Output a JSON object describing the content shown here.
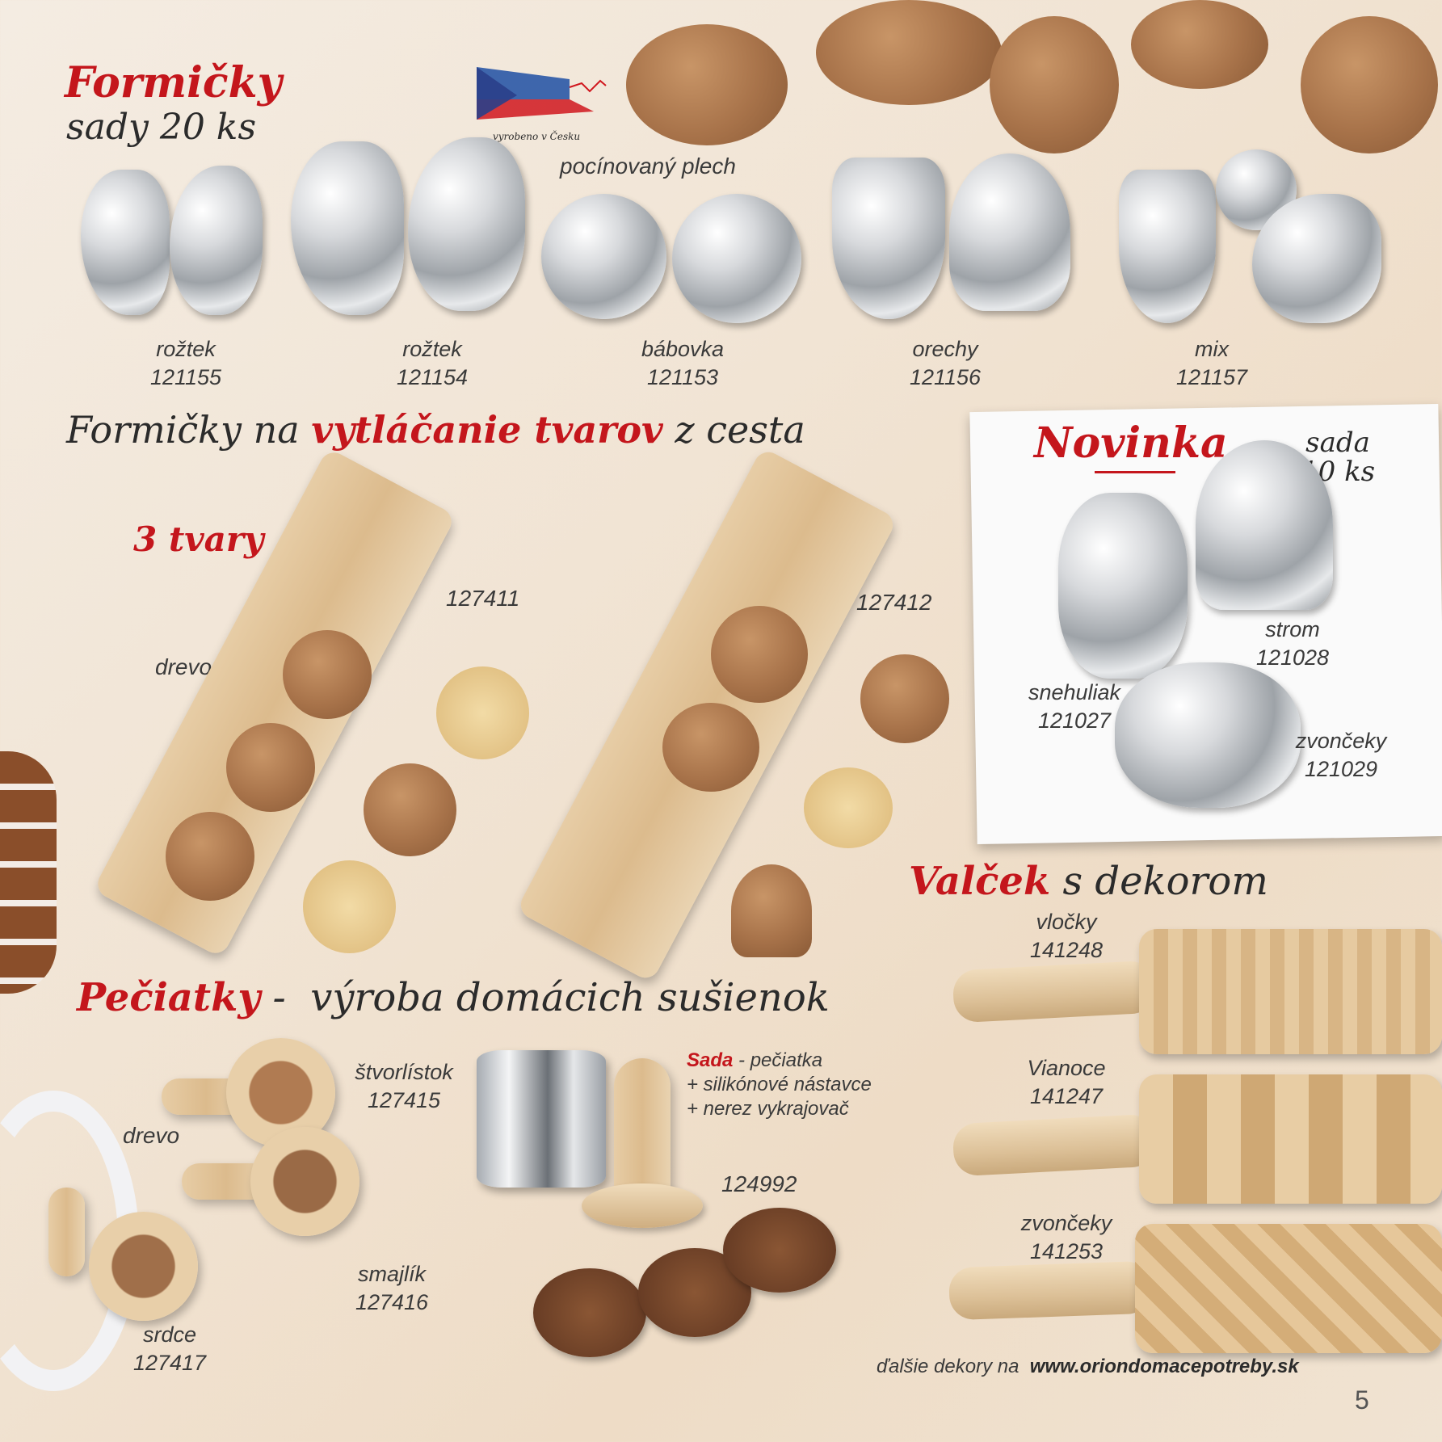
{
  "header": {
    "title": "Formičky",
    "subtitle": "sady 20 ks",
    "made_in": "vyrobeno v Česku",
    "note": "pocínovaný plech"
  },
  "moulds": [
    {
      "name": "rožtek",
      "code": "121155"
    },
    {
      "name": "rožtek",
      "code": "121154"
    },
    {
      "name": "bábovka",
      "code": "121153"
    },
    {
      "name": "orechy",
      "code": "121156"
    },
    {
      "name": "mix",
      "code": "121157"
    }
  ],
  "press": {
    "heading_pre": "Formičky na",
    "heading_emph": "vytláčanie tvarov",
    "heading_post": "z cesta",
    "shapes": "3 tvary",
    "material": "drevo",
    "code_a": "127411",
    "code_b": "127412"
  },
  "novinka": {
    "title": "Novinka",
    "set": "sada",
    "set_count": "10 ks",
    "items": [
      {
        "name": "strom",
        "code": "121028"
      },
      {
        "name": "snehuliak",
        "code": "121027"
      },
      {
        "name": "zvončeky",
        "code": "121029"
      }
    ]
  },
  "stamps": {
    "heading_emph": "Pečiatky",
    "heading_sep": "-",
    "heading_post": "výroba domácich sušienok",
    "material": "drevo",
    "items": [
      {
        "name": "štvorlístok",
        "code": "127415"
      },
      {
        "name": "smajlík",
        "code": "127416"
      },
      {
        "name": "srdce",
        "code": "127417"
      }
    ],
    "set_emph": "Sada",
    "set_line1": " - pečiatka",
    "set_line2": "+ silikónové nástavce",
    "set_line3": "+ nerez vykrajovač",
    "set_code": "124992"
  },
  "rollers": {
    "heading_emph": "Valček",
    "heading_post": "s dekorom",
    "items": [
      {
        "name": "vločky",
        "code": "141248"
      },
      {
        "name": "Vianoce",
        "code": "141247"
      },
      {
        "name": "zvončeky",
        "code": "141253"
      }
    ]
  },
  "footer": {
    "more": "ďalšie dekory na",
    "url": "www.oriondomacepotreby.sk",
    "page": "5"
  }
}
